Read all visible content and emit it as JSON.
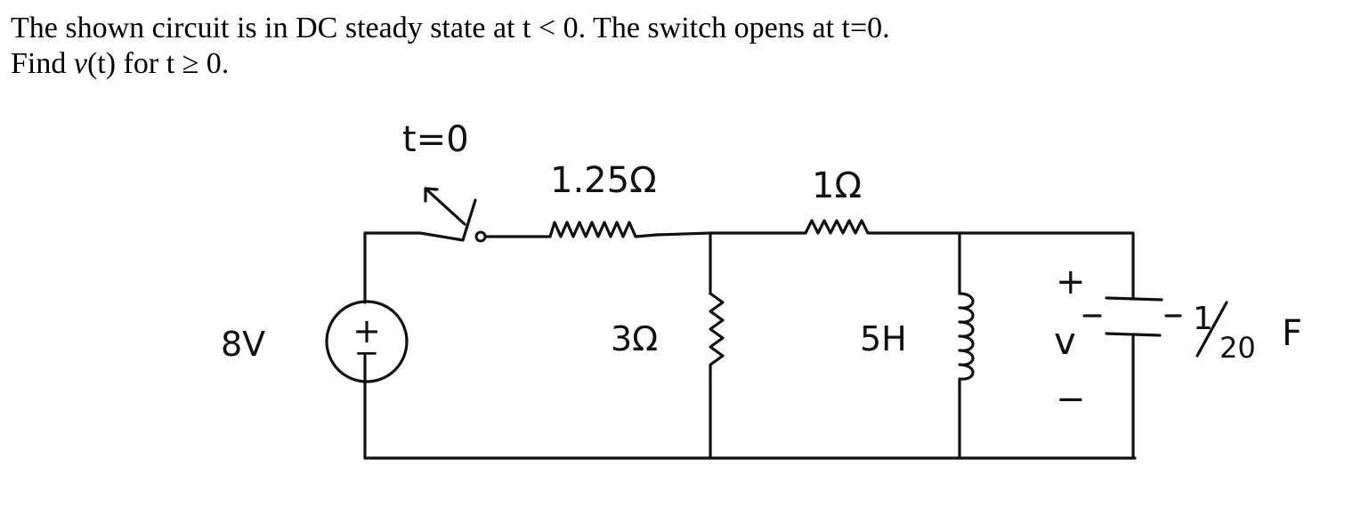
{
  "problem": {
    "line1": "The shown circuit is in DC steady state at t < 0.  The switch opens at t=0.",
    "line2_prefix": "Find ",
    "line2_var": "v",
    "line2_suffix": "(t) for t ≥ 0."
  },
  "circuit": {
    "switch_label": "t=0",
    "source_label": "8V",
    "source_symbol": "+",
    "source_minus": "−",
    "series_resistor_1": "1.25Ω",
    "series_resistor_2": "1Ω",
    "shunt_resistor": "3Ω",
    "inductor": "5H",
    "capacitor_num": "1",
    "capacitor_den": "20",
    "capacitor_unit": "F",
    "voltage_plus": "+",
    "voltage_var": "v",
    "voltage_minus": "−"
  }
}
